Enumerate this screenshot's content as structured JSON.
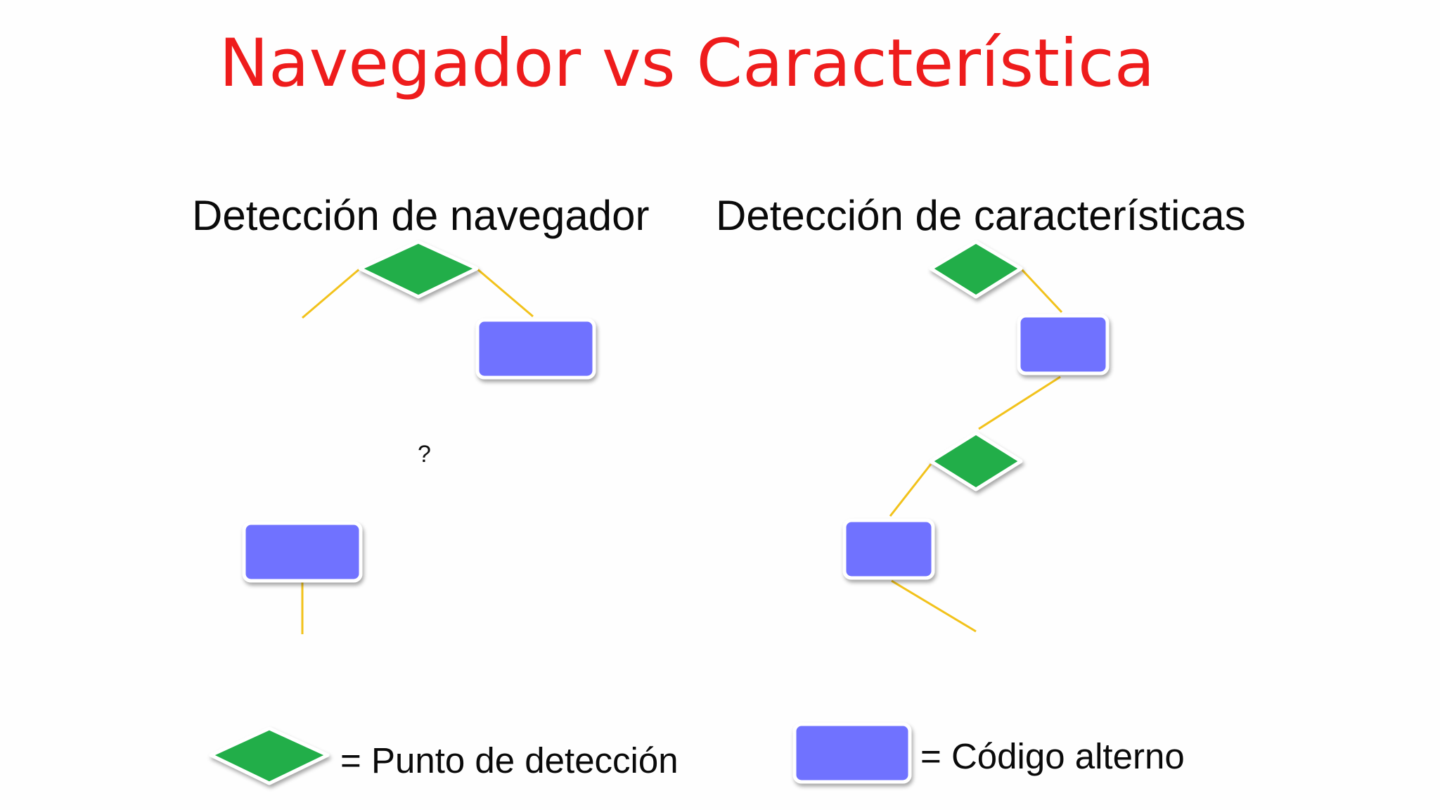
{
  "slide": {
    "title": "Navegador vs Característica",
    "left_heading": "Detección de navegador",
    "right_heading": "Detección de características",
    "unknown_marker": "?",
    "legend": {
      "diamond_label": "= Punto de detección",
      "box_label": "= Código alterno"
    }
  },
  "colors": {
    "title": "#ee1c1c",
    "diamond_fill": "#22ae4a",
    "box_fill": "#6f72ff",
    "connector": "#f2c21b",
    "shape_outline": "#ffffff",
    "text": "#0a0a0a"
  }
}
